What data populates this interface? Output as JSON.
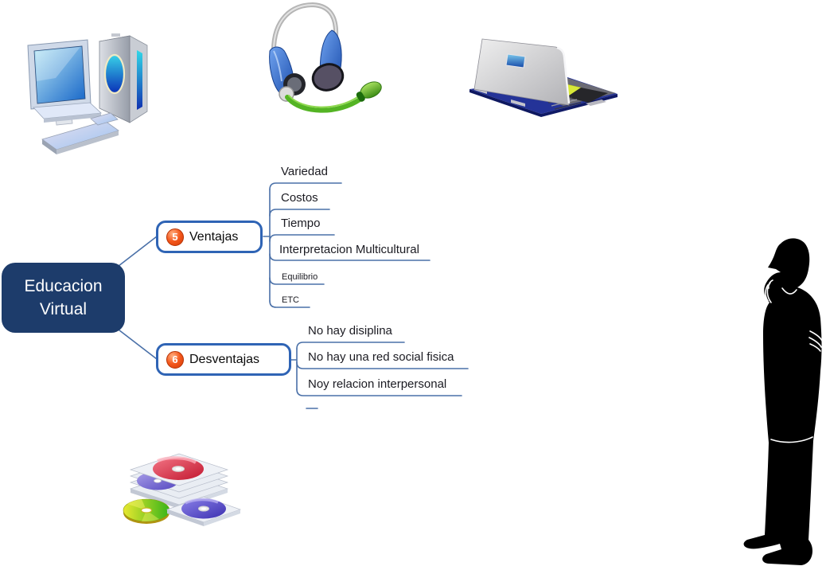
{
  "title": "Educacion Virtual mind map",
  "mindmap": {
    "root": {
      "label": "Educacion Virtual",
      "line1": "Educacion",
      "line2": "Virtual",
      "fill": "#1d3c6b",
      "text_color": "#ffffff"
    },
    "branches": [
      {
        "badge": "5",
        "label": "Ventajas",
        "children": [
          {
            "label": "Variedad"
          },
          {
            "label": "Costos"
          },
          {
            "label": "Tiempo"
          },
          {
            "label": "Interpretacion Multicultural"
          },
          {
            "label": "Equilibrio"
          },
          {
            "label": "ETC"
          }
        ]
      },
      {
        "badge": "6",
        "label": "Desventajas",
        "children": [
          {
            "label": "No hay disiplina"
          },
          {
            "label": "No hay una red social fisica"
          },
          {
            "label": "Noy relacion interpersonal"
          },
          {
            "label": ""
          }
        ]
      }
    ],
    "colors": {
      "root_fill": "#1d3c6b",
      "node_border": "#2f64b5",
      "connector": "#4a70a8",
      "badge_orange": "#e8440f",
      "subtopic_text": "#1b1b22"
    }
  },
  "icons": [
    {
      "name": "badge-5-icon",
      "glyph": "5"
    },
    {
      "name": "badge-6-icon",
      "glyph": "6"
    },
    {
      "name": "desktop-computer-clipart"
    },
    {
      "name": "headset-clipart"
    },
    {
      "name": "laptop-clipart"
    },
    {
      "name": "cd-stack-clipart"
    },
    {
      "name": "thinking-person-silhouette"
    }
  ]
}
